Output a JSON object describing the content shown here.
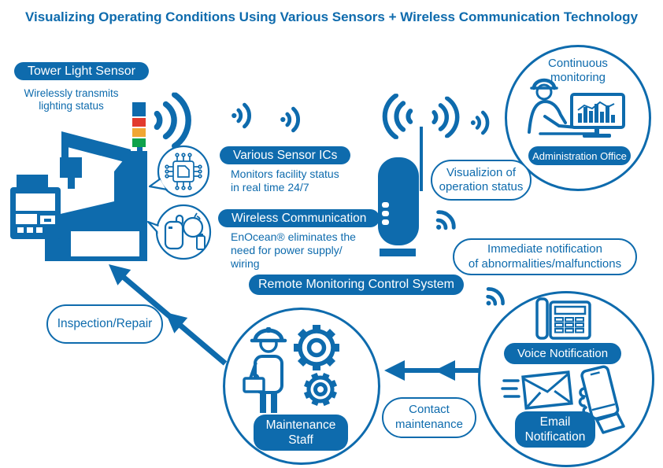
{
  "title": "Visualizing Operating Conditions Using Various Sensors + Wireless Communication Technology",
  "colors": {
    "primary": "#0e6bad",
    "red": "#e23a2e",
    "amber": "#f0a733",
    "green": "#0fa24b"
  },
  "tower": {
    "badge": "Tower Light Sensor",
    "desc": "Wirelessly transmits\nlighting status"
  },
  "sensor_ics": {
    "badge": "Various Sensor ICs",
    "desc": "Monitors facility status\nin real time 24/7"
  },
  "wireless": {
    "badge": "Wireless Communication",
    "desc": "EnOcean® eliminates the\nneed for power supply/\nwiring"
  },
  "remote": {
    "badge": "Remote Monitoring Control System"
  },
  "admin": {
    "title": "Continuous\nmonitoring",
    "badge": "Administration Office"
  },
  "bubbles": {
    "visualization": "Visualizion of\noperation status",
    "immediate": "Immediate notification\nof abnormalities/malfunctions",
    "inspection": "Inspection/Repair",
    "contact": "Contact\nmaintenance"
  },
  "maintenance": {
    "badge": "Maintenance\nStaff"
  },
  "notify": {
    "voice": "Voice Notification",
    "email": "Email\nNotification"
  },
  "icons": {
    "wifi": "wifi-signal-icon",
    "ic_chip": "ic-chip-icon",
    "wireless_devices": "wireless-sensor-devices-icon",
    "machine": "cnc-machine-icon",
    "tower_light": "tower-light-icon",
    "router": "gateway-router-icon",
    "operator": "operator-at-monitor-icon",
    "worker": "maintenance-worker-icon",
    "gears": "gears-icon",
    "desk_phone": "desk-phone-icon",
    "email": "email-envelope-icon",
    "smartphone": "smartphone-in-hand-icon",
    "arrow": "arrow-icon"
  }
}
